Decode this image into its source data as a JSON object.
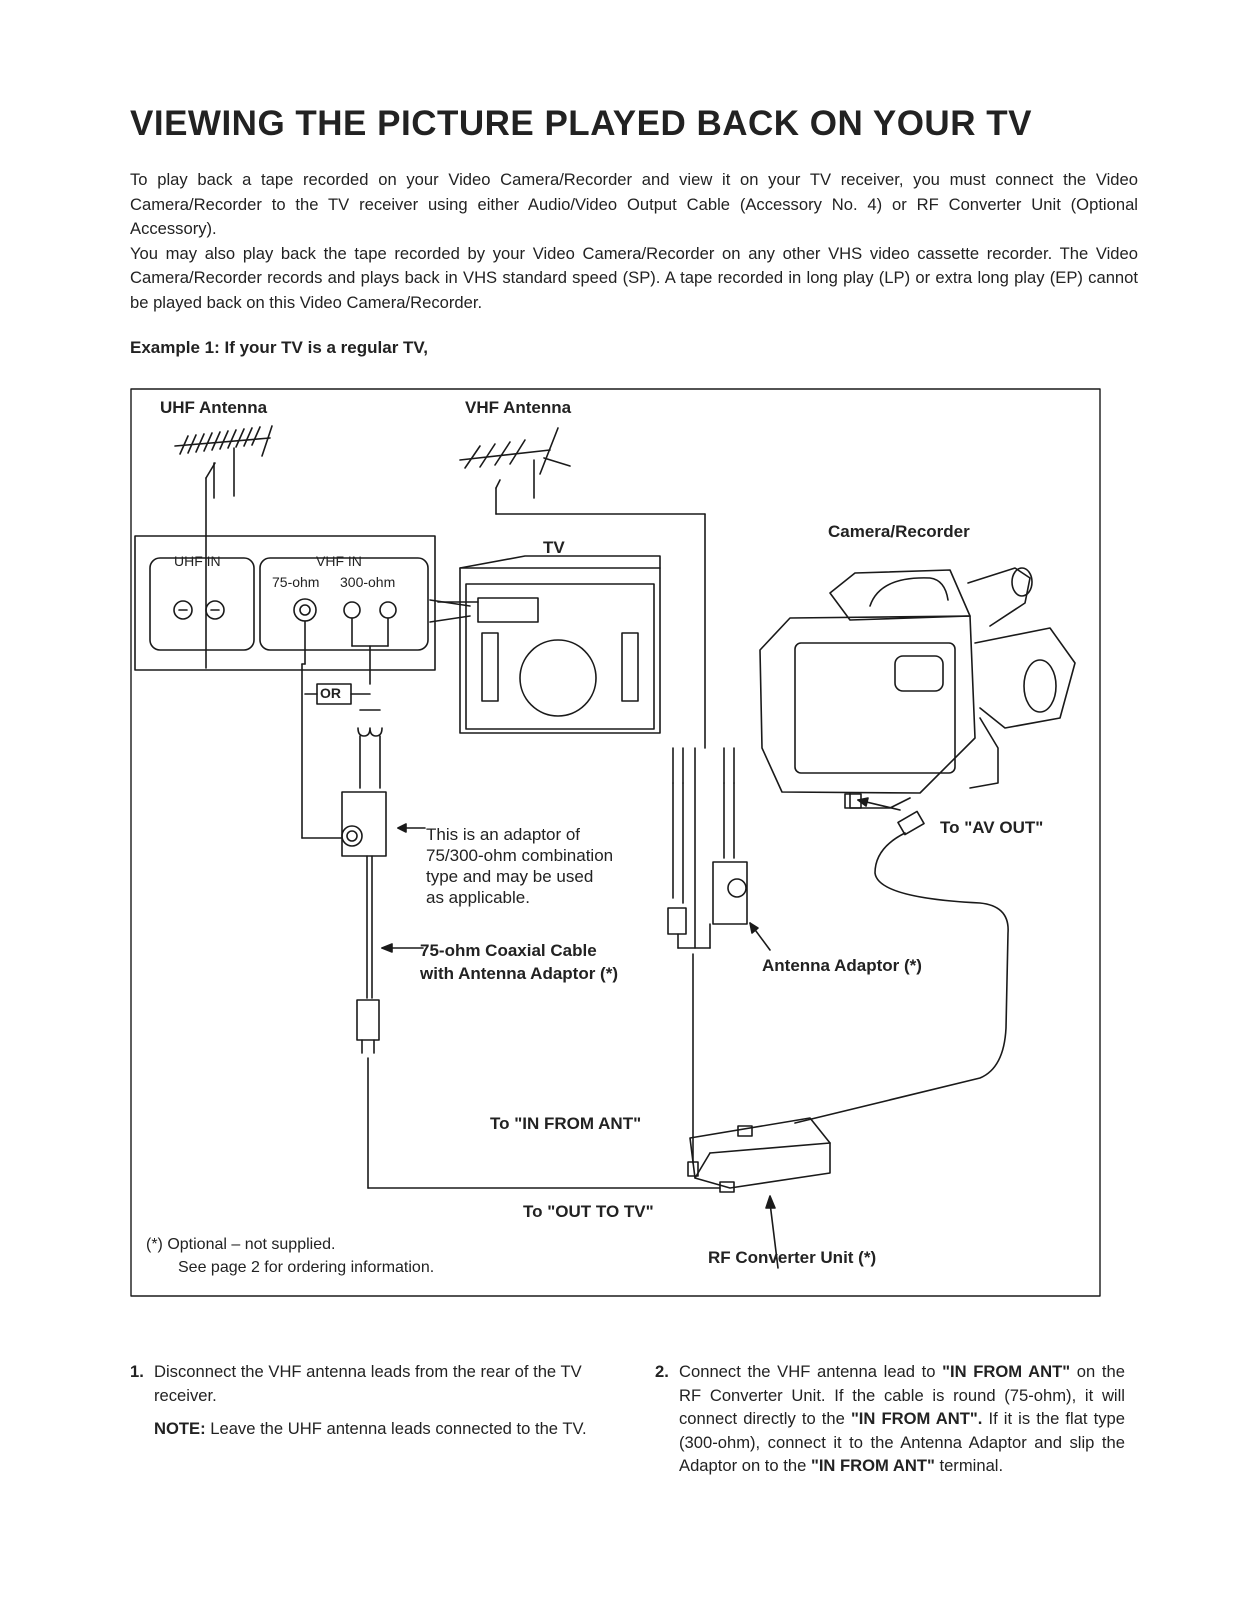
{
  "title": "VIEWING THE PICTURE PLAYED BACK ON YOUR TV",
  "intro": {
    "para1": "To play back a tape recorded on your Video Camera/Recorder and view it on your TV receiver, you must connect the Video Camera/Recorder to the TV receiver using either Audio/Video Output Cable (Accessory No. 4) or RF Converter Unit (Optional Accessory).",
    "para2": "You may also play back the tape recorded by your Video Camera/Recorder on any other VHS video cassette recorder. The Video Camera/Recorder records and plays back in VHS standard speed (SP). A tape recorded in long play (LP) or extra long play (EP) cannot be played back on this Video Camera/Recorder."
  },
  "example_heading": "Example 1: If your TV is a regular TV,",
  "diagram": {
    "uhf_antenna": "UHF Antenna",
    "vhf_antenna": "VHF Antenna",
    "tv": "TV",
    "camera_recorder": "Camera/Recorder",
    "uhf_in": "UHF IN",
    "vhf_in": "VHF IN",
    "ohm75": "75-ohm",
    "ohm300": "300-ohm",
    "or": "OR",
    "adaptor_note": [
      "This is an adaptor of",
      "75/300-ohm combination",
      "type and may be used",
      "as applicable."
    ],
    "coax_note": [
      "75-ohm Coaxial Cable",
      "with Antenna Adaptor (*)"
    ],
    "to_av_out": "To \"AV OUT\"",
    "antenna_adaptor": "Antenna Adaptor (*)",
    "to_in_from_ant": "To \"IN FROM ANT\"",
    "to_out_to_tv": "To \"OUT TO TV\"",
    "rf_converter": "RF Converter Unit (*)",
    "optional_line1": "(*) Optional – not supplied.",
    "optional_line2": "See page 2 for ordering information."
  },
  "steps": {
    "s1": {
      "num": "1.",
      "text": "Disconnect the VHF antenna leads from the rear of the TV receiver.",
      "note_label": "NOTE:",
      "note_text": "Leave the UHF antenna leads connected to the TV."
    },
    "s2": {
      "num": "2.",
      "t1": "Connect the VHF antenna lead to",
      "b1": "\"IN FROM ANT\"",
      "t2": "on the RF Converter Unit. If the cable is round (75-ohm), it will connect directly to the",
      "b2": "\"IN FROM ANT\".",
      "t3": "If it is the flat type (300-ohm), connect it to the Antenna Adaptor and slip the Adaptor on to the",
      "b3": "\"IN FROM ANT\"",
      "t4": "terminal."
    }
  }
}
